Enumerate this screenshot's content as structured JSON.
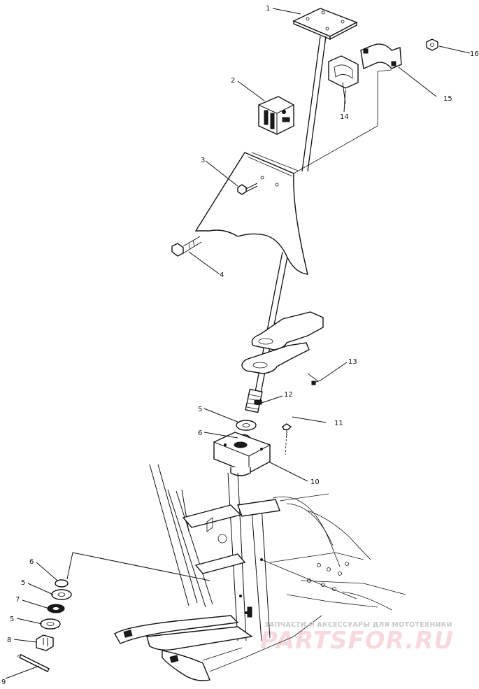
{
  "diagram": {
    "callouts": [
      {
        "id": "c1",
        "label": "1"
      },
      {
        "id": "c2",
        "label": "2"
      },
      {
        "id": "c3",
        "label": "3"
      },
      {
        "id": "c4",
        "label": "4"
      },
      {
        "id": "c5a",
        "label": "5"
      },
      {
        "id": "c6a",
        "label": "6"
      },
      {
        "id": "c6b",
        "label": "6"
      },
      {
        "id": "c5b",
        "label": "5"
      },
      {
        "id": "c7",
        "label": "7"
      },
      {
        "id": "c5c",
        "label": "5"
      },
      {
        "id": "c8",
        "label": "8"
      },
      {
        "id": "c9",
        "label": "9"
      },
      {
        "id": "c10",
        "label": "10"
      },
      {
        "id": "c11",
        "label": "11"
      },
      {
        "id": "c12",
        "label": "12"
      },
      {
        "id": "c13",
        "label": "13"
      },
      {
        "id": "c14",
        "label": "14"
      },
      {
        "id": "c15",
        "label": "15"
      },
      {
        "id": "c16",
        "label": "16"
      }
    ]
  },
  "watermark": {
    "caption": "ЗАПЧАСТИ И АКСЕССУАРЫ ДЛЯ МОТОТЕХНИКИ",
    "logo": "PARTSFOR.RU"
  },
  "colors": {
    "ink": "#111111",
    "background": "#ffffff",
    "watermark_text": "#c9c9c9",
    "watermark_logo": "#d22d41"
  }
}
